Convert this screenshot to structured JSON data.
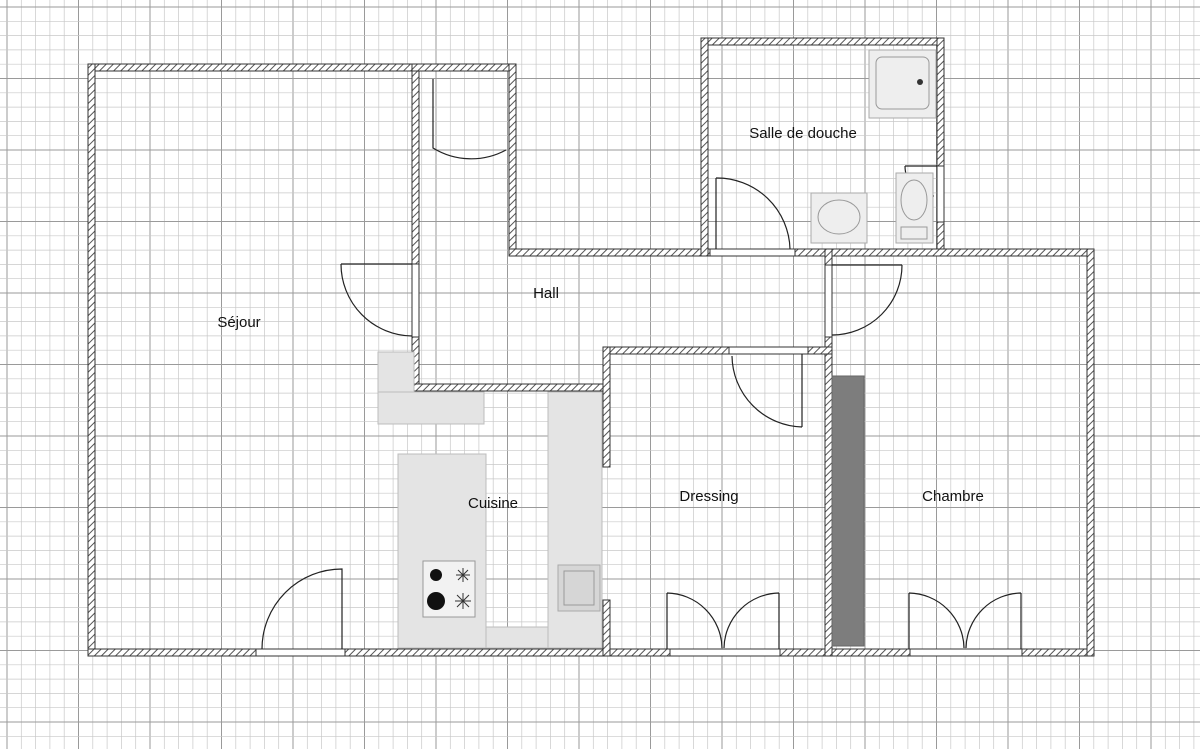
{
  "rooms": {
    "sejour": "Séjour",
    "hall": "Hall",
    "salle_de_douche": "Salle de douche",
    "cuisine": "Cuisine",
    "dressing": "Dressing",
    "chambre": "Chambre"
  },
  "colors": {
    "grid_minor": "#c8c8c8",
    "grid_major": "#9a9a9a",
    "wall": "#333333",
    "fixture_fill": "#e4e4e4",
    "fixture_stroke": "#bdbdbd",
    "wardrobe": "#7d7d7d"
  }
}
